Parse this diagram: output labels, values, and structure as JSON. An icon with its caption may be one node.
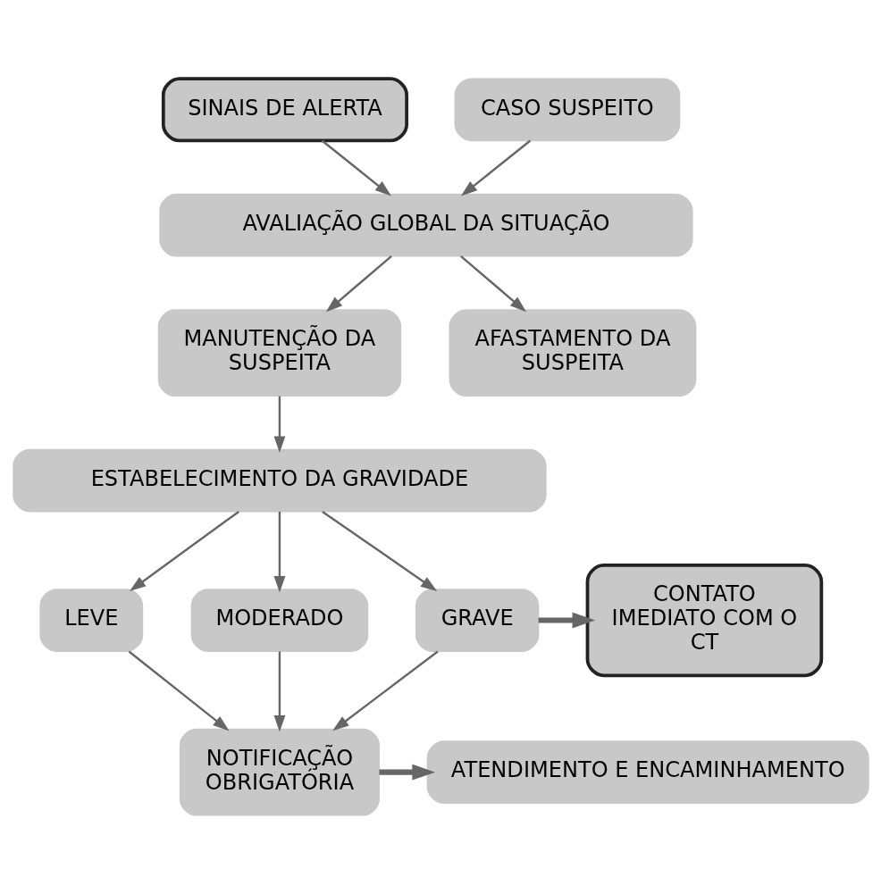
{
  "diagram": {
    "nodes": [
      {
        "text": [
          "SINAIS DE ALERTA"
        ]
      },
      {
        "text": [
          "CASO SUSPEITO"
        ]
      },
      {
        "text": [
          "AVALIAÇÃO GLOBAL DA SITUAÇÃO"
        ]
      },
      {
        "text": [
          "MANUTENÇÃO DA SUSPEITA"
        ]
      },
      {
        "text": [
          "AFASTAMENTO DA SUSPEITA"
        ]
      },
      {
        "text": [
          "ESTABELECIMENTO DA GRAVIDADE"
        ]
      },
      {
        "text": [
          "LEVE"
        ]
      },
      {
        "text": [
          "MODERADO"
        ]
      },
      {
        "text": [
          "GRAVE"
        ]
      },
      {
        "text": [
          "CONTATO IMEDIATO COM O CT"
        ]
      },
      {
        "text": [
          "NOTIFICAÇÃO OBRIGATÓRIA"
        ]
      },
      {
        "text": [
          "ATENDIMENTO E ENCAMINHAMENTO"
        ]
      }
    ],
    "edges": [
      {
        "from": 0,
        "to": 2,
        "arrow": "to"
      },
      {
        "from": 1,
        "to": 2,
        "arrow": "to"
      },
      {
        "from": 2,
        "to": 3,
        "arrow": "to"
      },
      {
        "from": 2,
        "to": 4,
        "arrow": "to"
      },
      {
        "from": 3,
        "to": 5,
        "arrow": "to"
      },
      {
        "from": 5,
        "to": 6,
        "arrow": "to"
      },
      {
        "from": 5,
        "to": 7,
        "arrow": "to"
      },
      {
        "from": 5,
        "to": 8,
        "arrow": "to"
      },
      {
        "from": 8,
        "to": 9,
        "arrow": "to",
        "style": "thick"
      },
      {
        "from": 6,
        "to": 10,
        "arrow": "to"
      },
      {
        "from": 7,
        "to": 10,
        "arrow": "to"
      },
      {
        "from": 8,
        "to": 10,
        "arrow": "to"
      },
      {
        "from": 10,
        "to": 11,
        "arrow": "to",
        "style": "thick"
      }
    ]
  }
}
